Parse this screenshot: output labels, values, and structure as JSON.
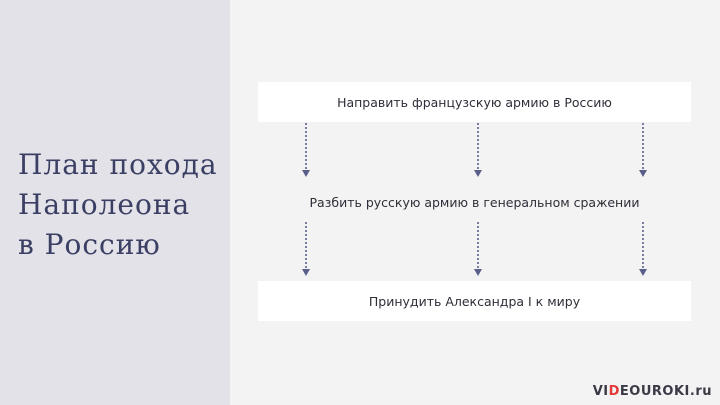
{
  "title": {
    "lines": [
      "План похода",
      "Наполеона",
      "в Россию"
    ]
  },
  "steps": [
    {
      "text": "Направить французскую армию в Россию"
    },
    {
      "text": "Разбить русскую армию в генеральном сражении"
    },
    {
      "text": "Принудить Александра I к миру"
    }
  ],
  "logo": {
    "part1": "VI",
    "part2": "D",
    "part3": "EOUROKI",
    "suffix": ".ru"
  },
  "colors": {
    "left_panel": "#e2e2e8",
    "background": "#f3f3f4",
    "title": "#3b3f63",
    "arrow": "#5a5f8a",
    "logo_accent": "#e53a3a"
  }
}
